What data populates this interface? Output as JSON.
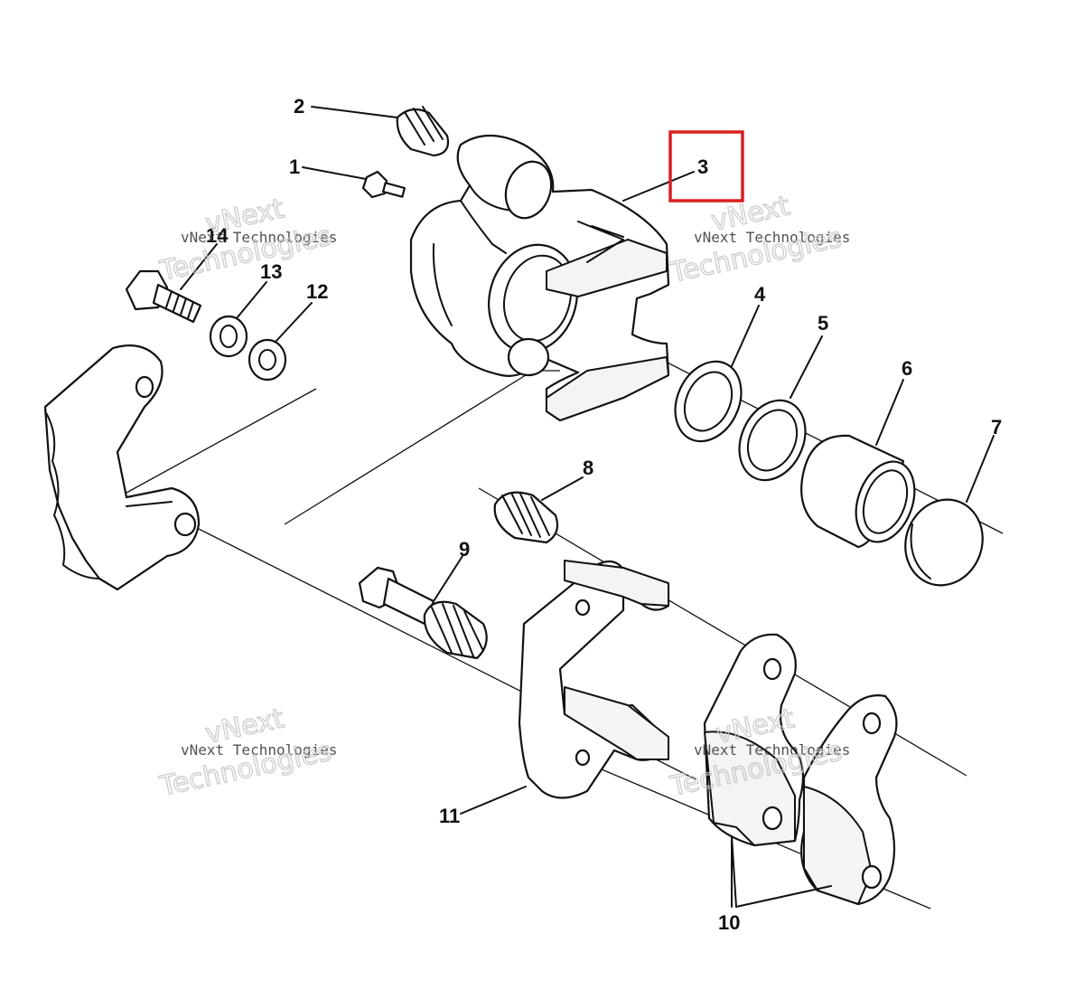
{
  "callouts": {
    "c1": "1",
    "c2": "2",
    "c3": "3",
    "c4": "4",
    "c5": "5",
    "c6": "6",
    "c7": "7",
    "c8": "8",
    "c9": "9",
    "c10": "10",
    "c11": "11",
    "c12": "12",
    "c13": "13",
    "c14": "14"
  },
  "watermark": {
    "line": "vNext Technologies",
    "big_top": "vNext",
    "big_bottom": "Technologies"
  },
  "highlight": {
    "target_callout": "3",
    "color": "#d82020"
  }
}
